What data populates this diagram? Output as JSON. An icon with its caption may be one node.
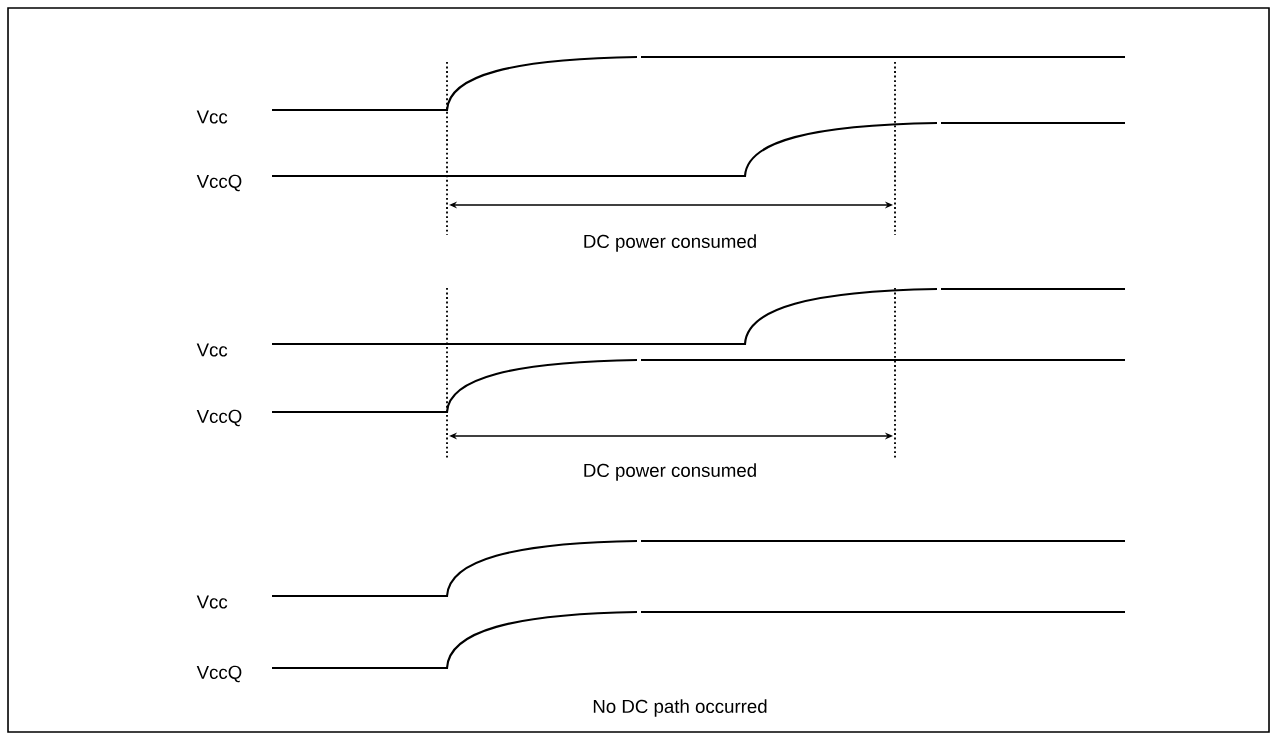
{
  "diagram": {
    "labels": [
      "Vcc",
      "VccQ",
      "DC power consumed",
      "Vcc",
      "VccQ",
      "DC power consumed",
      "Vcc",
      "VccQ",
      "No DC path occurred"
    ]
  }
}
